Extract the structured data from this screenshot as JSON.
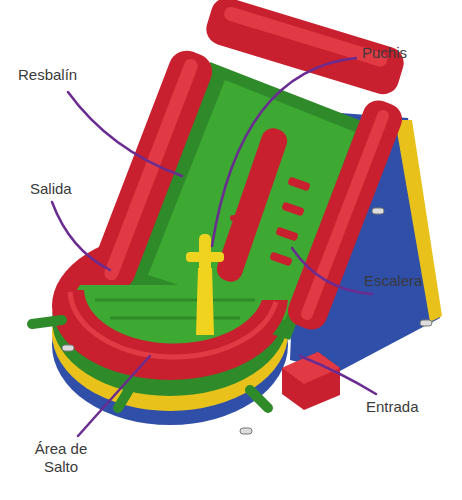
{
  "diagram": {
    "labels": [
      "Resbalín",
      "Puchis",
      "Salida",
      "Escalera",
      "Entrada",
      "Área de Salto"
    ]
  }
}
